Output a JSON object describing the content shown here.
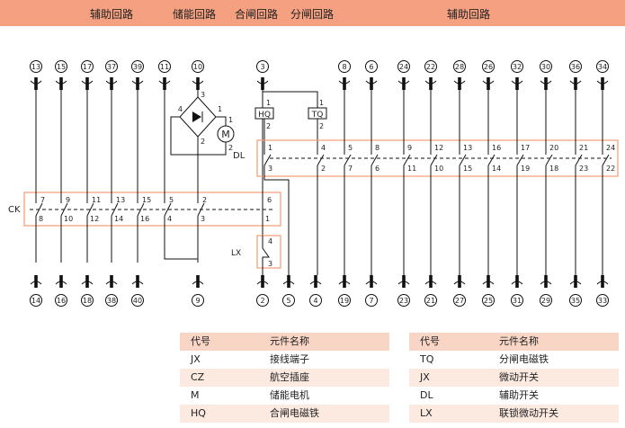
{
  "header": {
    "labels": [
      "辅助回路",
      "储能回路",
      "合闸回路",
      "分闸回路",
      "辅助回路"
    ]
  },
  "colors": {
    "header_bg": "#f4a081",
    "box_border": "#f29b73",
    "table_head": "#f8d5c5",
    "table_alt": "#fce9e0",
    "line": "#111111"
  },
  "diagram": {
    "top_terminals": [
      "13",
      "15",
      "17",
      "37",
      "39",
      "11",
      "10",
      "3",
      "8",
      "6",
      "24",
      "22",
      "28",
      "26",
      "32",
      "30",
      "36",
      "34"
    ],
    "bottom_terminals": [
      "14",
      "16",
      "18",
      "38",
      "40",
      "9",
      "2",
      "5",
      "4",
      "19",
      "7",
      "23",
      "21",
      "27",
      "25",
      "31",
      "29",
      "35",
      "33"
    ],
    "ck": {
      "label": "CK",
      "top_nums": [
        "7",
        "9",
        "11",
        "13",
        "15",
        "5",
        "2",
        "6"
      ],
      "bottom_nums": [
        "8",
        "10",
        "12",
        "14",
        "16",
        "4",
        "3",
        "1"
      ]
    },
    "dl": {
      "label": "DL",
      "top_nums": [
        "1",
        "4",
        "5",
        "8",
        "9",
        "12",
        "13",
        "16",
        "17",
        "20",
        "21",
        "24"
      ],
      "bottom_nums": [
        "3",
        "2",
        "7",
        "6",
        "11",
        "10",
        "15",
        "14",
        "19",
        "18",
        "23",
        "22"
      ]
    },
    "lx": {
      "label": "LX",
      "nums": [
        "4",
        "3"
      ]
    },
    "hq": {
      "label": "HQ",
      "nums": [
        "1",
        "2"
      ]
    },
    "tq": {
      "label": "TQ",
      "nums": [
        "1",
        "2"
      ]
    },
    "motor": {
      "label": "M",
      "nums": [
        "1",
        "2"
      ]
    },
    "bridge": {
      "nums": [
        "3",
        "4",
        "1",
        "2"
      ]
    }
  },
  "table_left": {
    "header": [
      "代号",
      "元件名称"
    ],
    "rows": [
      [
        "JX",
        "接线端子"
      ],
      [
        "CZ",
        "航空插座"
      ],
      [
        "M",
        "储能电机"
      ],
      [
        "HQ",
        "合闸电磁铁"
      ]
    ]
  },
  "table_right": {
    "header": [
      "代号",
      "元件名称"
    ],
    "rows": [
      [
        "TQ",
        "分闸电磁铁"
      ],
      [
        "JX",
        "微动开关"
      ],
      [
        "DL",
        "辅助开关"
      ],
      [
        "LX",
        "联锁微动开关"
      ]
    ]
  }
}
